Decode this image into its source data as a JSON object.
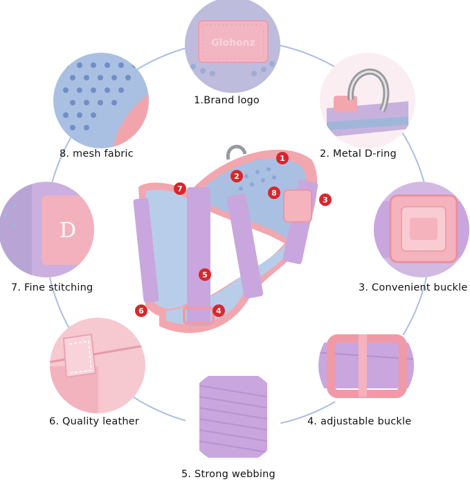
{
  "title": "",
  "features": [
    {
      "label": "1.Brand logo"
    },
    {
      "label": "2. Metal D-ring"
    },
    {
      "label": "3. Convenient buckle"
    },
    {
      "label": "4. adjustable buckle"
    },
    {
      "label": "5. Strong webbing"
    },
    {
      "label": "6. Quality leather"
    },
    {
      "label": "7. Fine stitching"
    },
    {
      "label": "8. mesh fabric"
    }
  ],
  "brand_text": "Glohonz",
  "stitch_letter": "D",
  "badges": [
    "1",
    "2",
    "3",
    "4",
    "5",
    "6",
    "7",
    "8"
  ],
  "colors": {
    "ring": "#a9bde3",
    "lavender": "#c9a6dd",
    "pink": "#f0a0a6",
    "mesh_blue": "#9fb6d9",
    "badge_red": "#d9262c"
  }
}
